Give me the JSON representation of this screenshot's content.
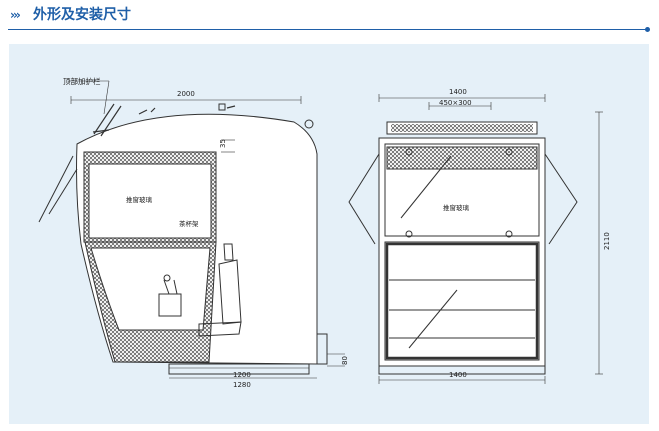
{
  "header": {
    "chevrons": "›››",
    "title": "外形及安装尺寸"
  },
  "side_view": {
    "label_rail": "顶部加护栏",
    "label_glass": "推窗玻璃",
    "label_cup": "茶杯架",
    "dim_width": "2000",
    "dim_35": "35",
    "dim_1200": "1200",
    "dim_1280": "1280",
    "dim_80": "80"
  },
  "front_view": {
    "dim_top": "1400",
    "dim_hatch": "450×300",
    "dim_height": "2110",
    "dim_bottom": "1400",
    "label_glass": "推窗玻璃"
  },
  "colors": {
    "accent": "#1f5fa8",
    "panel": "#e5f0f8",
    "line": "#333333"
  }
}
